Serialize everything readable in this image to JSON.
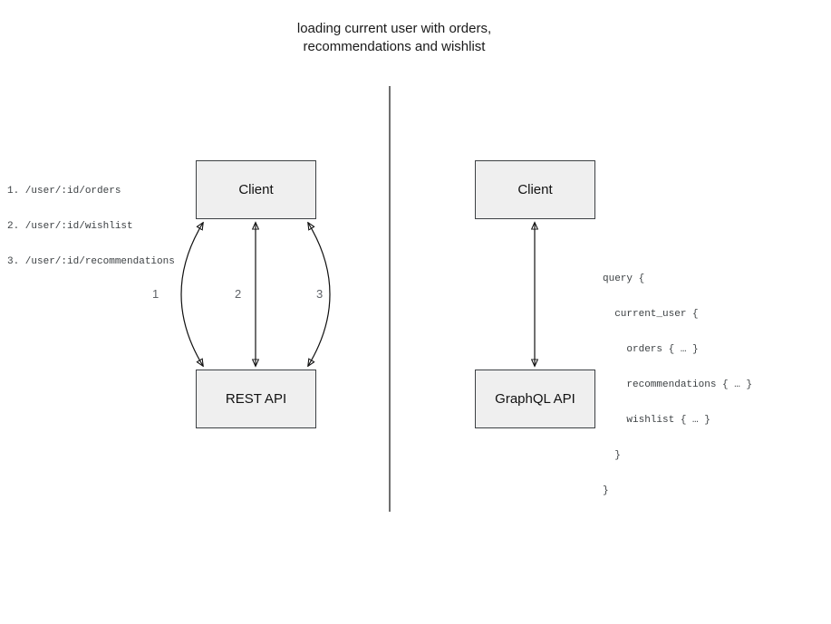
{
  "title": {
    "line1": "loading current user with orders,",
    "line2": "recommendations and wishlist"
  },
  "rest_panel": {
    "client_label": "Client",
    "api_label": "REST API",
    "endpoints": [
      "1. /user/:id/orders",
      "2. /user/:id/wishlist",
      "3. /user/:id/recommendations"
    ],
    "arrow_labels": [
      "1",
      "2",
      "3"
    ]
  },
  "graphql_panel": {
    "client_label": "Client",
    "api_label": "GraphQL API",
    "query_lines": [
      "query {",
      "  current_user {",
      "    orders { … }",
      "    recommendations { … }",
      "    wishlist { … }",
      "  }",
      "}"
    ]
  },
  "colors": {
    "box_fill": "#efefef",
    "box_border": "#3c4043",
    "line": "#111111",
    "muted_text": "#5f6368"
  }
}
